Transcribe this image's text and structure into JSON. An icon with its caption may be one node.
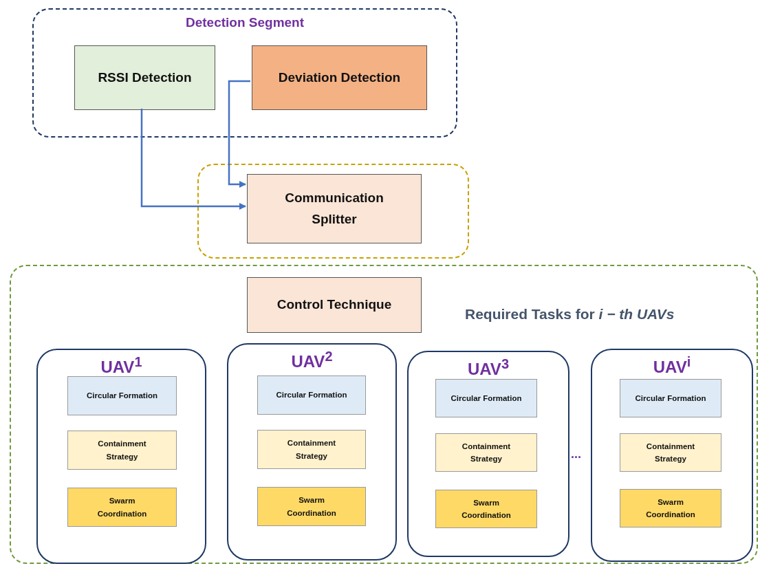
{
  "diagram": {
    "nodes": [
      {
        "text": [
          "Detection Segment"
        ]
      },
      {
        "text": [
          "RSSI Detection"
        ],
        "in": 0
      },
      {
        "text": [
          "Deviation Detection"
        ],
        "in": 0
      },
      {
        "text": [],
        "shape": "box"
      },
      {
        "text": [
          "Communication Splitter"
        ],
        "in": 3
      },
      {
        "text": [
          "Required Tasks for *i − th UAVs*"
        ]
      },
      {
        "text": [
          "Control Technique"
        ],
        "in": 5
      },
      {
        "text": [
          "UAV$^{1}$"
        ],
        "in": 5
      },
      {
        "text": [
          "Circular Formation"
        ],
        "in": 7
      },
      {
        "text": [
          "Containment Strategy"
        ],
        "in": 7
      },
      {
        "text": [
          "Swarm Coordination"
        ],
        "in": 7
      },
      {
        "text": [
          "UAV$^{2}$"
        ],
        "in": 5
      },
      {
        "text": [
          "Circular Formation"
        ],
        "in": 11
      },
      {
        "text": [
          "Containment Strategy"
        ],
        "in": 11
      },
      {
        "text": [
          "Swarm Coordination"
        ],
        "in": 11
      },
      {
        "text": [
          "UAV$^{3}$"
        ],
        "in": 5
      },
      {
        "text": [
          "Circular Formation"
        ],
        "in": 15
      },
      {
        "text": [
          "Containment Strategy"
        ],
        "in": 15
      },
      {
        "text": [
          "Swarm Coordination"
        ],
        "in": 15
      },
      {
        "text": [
          "UAV$^{i}$"
        ],
        "in": 5
      },
      {
        "text": [
          "Circular Formation"
        ],
        "in": 19
      },
      {
        "text": [
          "Containment Strategy"
        ],
        "in": 19
      },
      {
        "text": [
          "Swarm Coordination"
        ],
        "in": 19
      }
    ],
    "edges": [
      {
        "from": 1,
        "to": 4,
        "arrow": "to"
      },
      {
        "from": 2,
        "to": 4,
        "arrow": "to"
      }
    ],
    "labels": [
      "..."
    ]
  }
}
